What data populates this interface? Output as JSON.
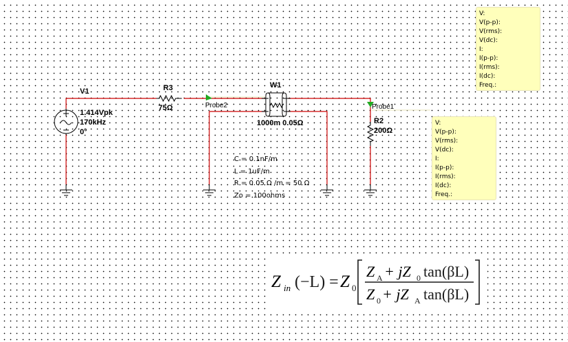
{
  "schematic": {
    "colors": {
      "wire": "#cc0000",
      "probe": "#22aa22",
      "probe_box": "#ffffbb",
      "ground": "#000000"
    },
    "components": [
      {
        "id": "V1",
        "type": "ac-voltage-source",
        "ref": "V1",
        "values": [
          "1.414Vpk",
          "170kHz",
          "0°"
        ]
      },
      {
        "id": "R3",
        "type": "resistor",
        "ref": "R3",
        "value": "75Ω"
      },
      {
        "id": "W1",
        "type": "lossy-transmission-line",
        "ref": "W1",
        "value": "1000m 0.05Ω"
      },
      {
        "id": "R2",
        "type": "resistor",
        "ref": "R2",
        "value": "200Ω"
      }
    ],
    "probes": [
      {
        "id": "Probe2",
        "label": "Probe2"
      },
      {
        "id": "Probe1",
        "label": "Probe1"
      }
    ],
    "probe_readouts": [
      {
        "probe": "Probe2",
        "fields": [
          "V:",
          "V(p-p):",
          "V(rms):",
          "V(dc):",
          "I:",
          "I(p-p):",
          "I(rms):",
          "I(dc):",
          "Freq.:"
        ]
      },
      {
        "probe": "Probe1",
        "fields": [
          "V:",
          "V(p-p):",
          "V(rms):",
          "V(dc):",
          "I:",
          "I(p-p):",
          "I(rms):",
          "I(dc):",
          "Freq.:"
        ]
      }
    ],
    "annotation": [
      "C = 0.1nF/m",
      "L = 1uF/m",
      "R = 0.05 Ω /m = 50 Ω",
      "Zo = 100ohms"
    ]
  },
  "formula": {
    "lhs_Z": "Z",
    "lhs_sub": "in",
    "lhs_arg": "(−L) =",
    "coef": "Z",
    "coef_sub": "0",
    "num": [
      "Z",
      "A",
      "+ jZ",
      "0",
      "tan(βL)"
    ],
    "den": [
      "Z",
      "0",
      "+ jZ",
      "A",
      "tan(βL)"
    ]
  }
}
